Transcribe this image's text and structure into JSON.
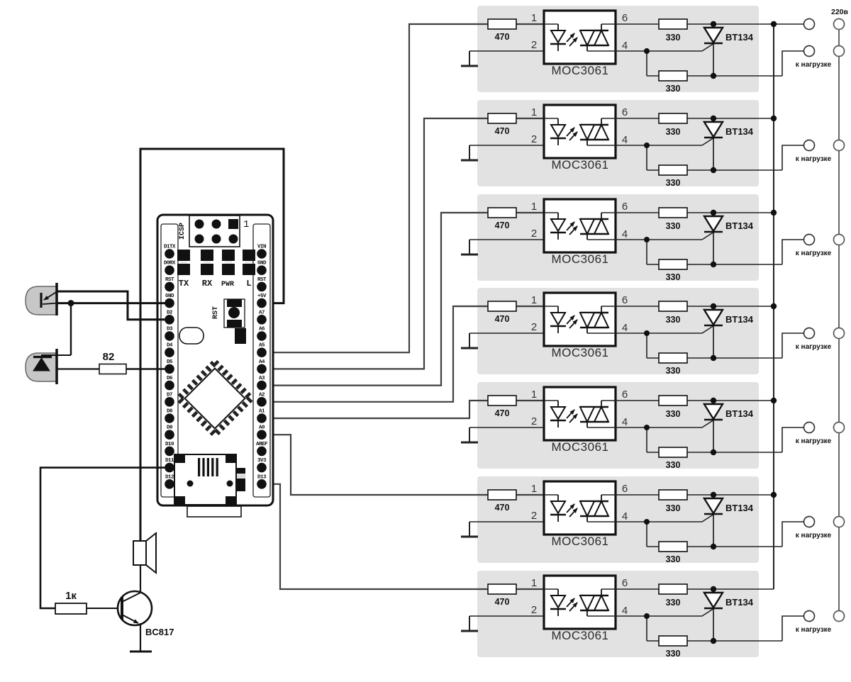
{
  "schematic": {
    "mains_label": "220в",
    "arduino": {
      "left_pins": [
        "D1TX",
        "D0RX",
        "RST",
        "GND",
        "D2",
        "D3",
        "D4",
        "D5",
        "D6",
        "D7",
        "D8",
        "D9",
        "D10",
        "D11",
        "D12"
      ],
      "right_pins": [
        "VIN",
        "GND",
        "RST",
        "+5V",
        "A7",
        "A6",
        "A5",
        "A4",
        "A3",
        "A2",
        "A1",
        "A0",
        "AREF",
        "3V3",
        "D13"
      ],
      "icsp_label": "ICSP",
      "icsp_pin1_label": "1",
      "led_labels": [
        "TX",
        "RX",
        "PWR",
        "L"
      ],
      "reset_silkscreen": "RST"
    },
    "ir_receiver_stage": {
      "series_resistor": "82"
    },
    "buzzer_stage": {
      "base_resistor": "1к",
      "transistor": "BC817"
    },
    "channels": [
      {
        "input_resistor": "470",
        "pin_in_top": "1",
        "pin_in_bottom": "2",
        "pin_out_top": "6",
        "pin_out_bottom": "4",
        "optocoupler": "MOC3061",
        "resistor_top": "330",
        "resistor_bottom": "330",
        "triac": "BT134",
        "load_label": "к нагрузке"
      },
      {
        "input_resistor": "470",
        "pin_in_top": "1",
        "pin_in_bottom": "2",
        "pin_out_top": "6",
        "pin_out_bottom": "4",
        "optocoupler": "MOC3061",
        "resistor_top": "330",
        "resistor_bottom": "330",
        "triac": "BT134",
        "load_label": "к нагрузке"
      },
      {
        "input_resistor": "470",
        "pin_in_top": "1",
        "pin_in_bottom": "2",
        "pin_out_top": "6",
        "pin_out_bottom": "4",
        "optocoupler": "MOC3061",
        "resistor_top": "330",
        "resistor_bottom": "330",
        "triac": "BT134",
        "load_label": "к нагрузке"
      },
      {
        "input_resistor": "470",
        "pin_in_top": "1",
        "pin_in_bottom": "2",
        "pin_out_top": "6",
        "pin_out_bottom": "4",
        "optocoupler": "MOC3061",
        "resistor_top": "330",
        "resistor_bottom": "330",
        "triac": "BT134",
        "load_label": "к нагрузке"
      },
      {
        "input_resistor": "470",
        "pin_in_top": "1",
        "pin_in_bottom": "2",
        "pin_out_top": "6",
        "pin_out_bottom": "4",
        "optocoupler": "MOC3061",
        "resistor_top": "330",
        "resistor_bottom": "330",
        "triac": "BT134",
        "load_label": "к нагрузке"
      },
      {
        "input_resistor": "470",
        "pin_in_top": "1",
        "pin_in_bottom": "2",
        "pin_out_top": "6",
        "pin_out_bottom": "4",
        "optocoupler": "MOC3061",
        "resistor_top": "330",
        "resistor_bottom": "330",
        "triac": "BT134",
        "load_label": "к нагрузке"
      },
      {
        "input_resistor": "470",
        "pin_in_top": "1",
        "pin_in_bottom": "2",
        "pin_out_top": "6",
        "pin_out_bottom": "4",
        "optocoupler": "MOC3061",
        "resistor_top": "330",
        "resistor_bottom": "330",
        "triac": "BT134",
        "load_label": "к нагрузке"
      }
    ]
  }
}
